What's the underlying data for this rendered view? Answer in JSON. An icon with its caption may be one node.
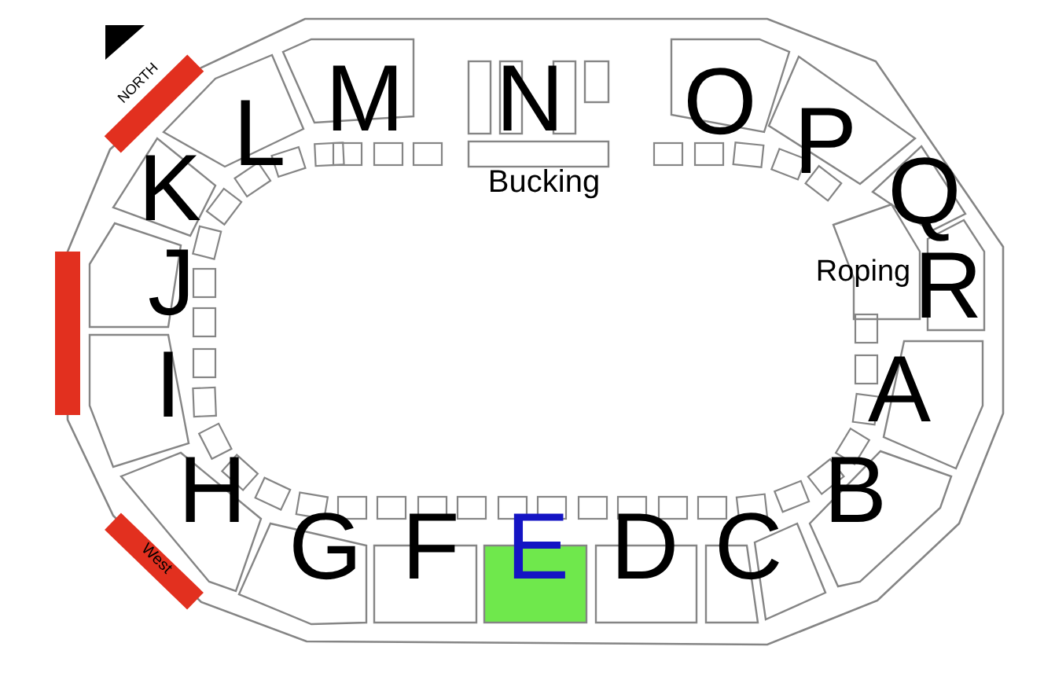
{
  "diagram": {
    "labels": [
      "NORTH",
      "M",
      "N",
      "O",
      "L",
      "P",
      "K",
      "Q",
      "Bucking",
      "J",
      "R",
      "Roping",
      "I",
      "A",
      "H",
      "B",
      "G",
      "F",
      "E",
      "D",
      "C",
      "West"
    ]
  }
}
